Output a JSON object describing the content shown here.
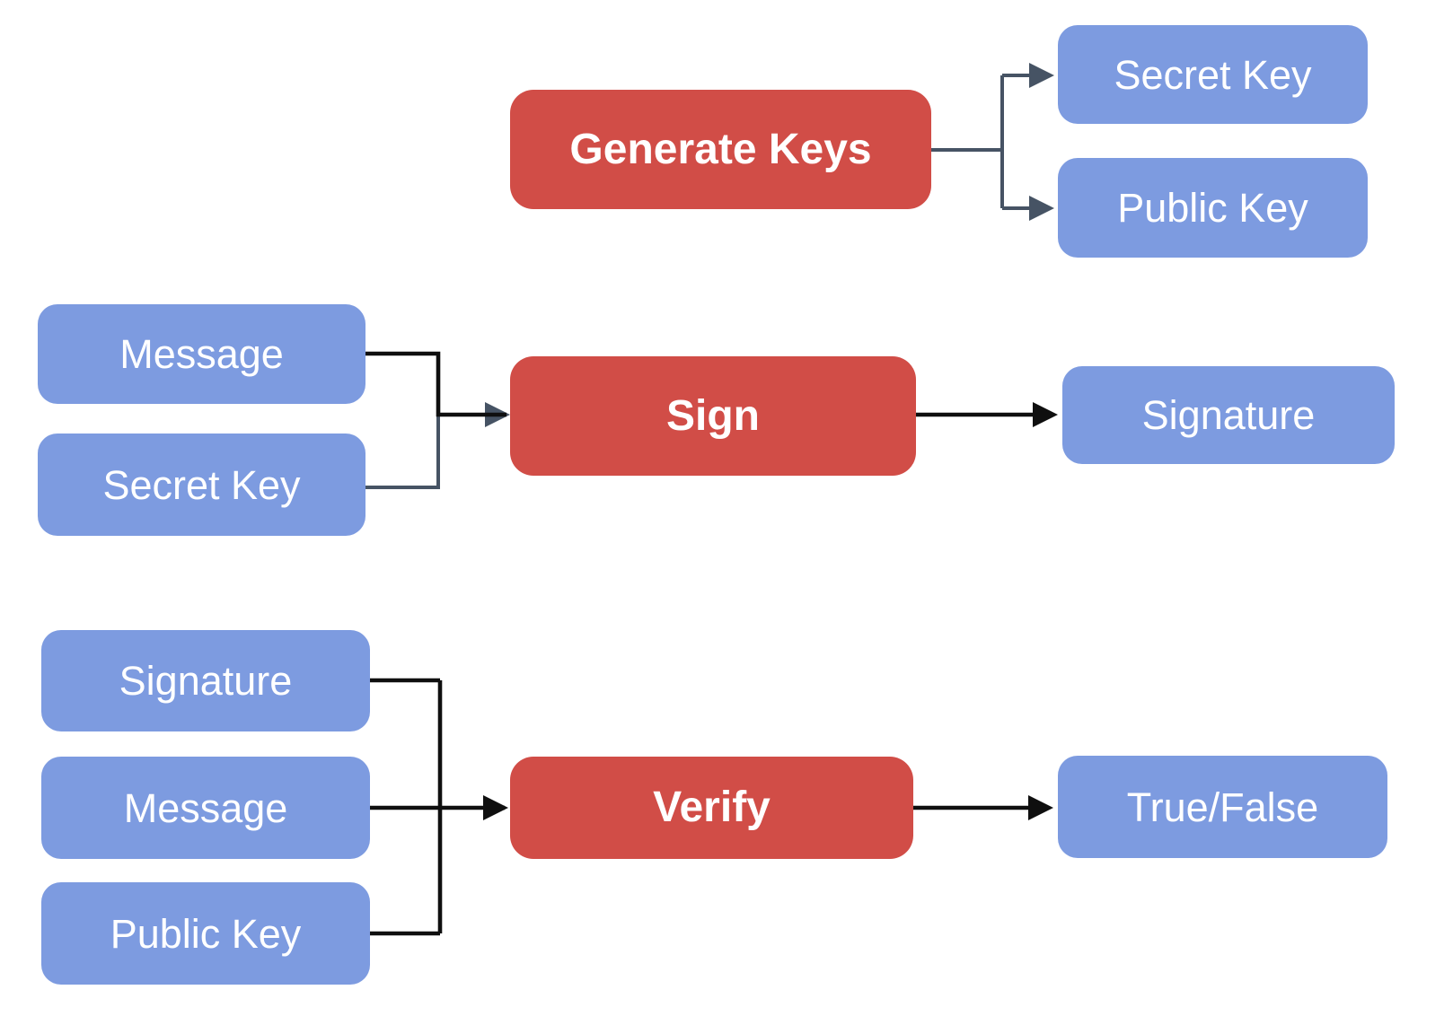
{
  "colors": {
    "background": "#FFFFFF",
    "process_fill": "#D14D47",
    "data_fill": "#7D9BE0",
    "connector_slate": "#465364",
    "connector_black": "#0F0F0F",
    "label_text": "#FFFFFF"
  },
  "sections": {
    "keygen": {
      "process": "Generate Keys",
      "outputs": [
        "Secret Key",
        "Public Key"
      ]
    },
    "sign": {
      "inputs": [
        "Message",
        "Secret Key"
      ],
      "process": "Sign",
      "output": "Signature"
    },
    "verify": {
      "inputs": [
        "Signature",
        "Message",
        "Public Key"
      ],
      "process": "Verify",
      "output": "True/False"
    }
  }
}
